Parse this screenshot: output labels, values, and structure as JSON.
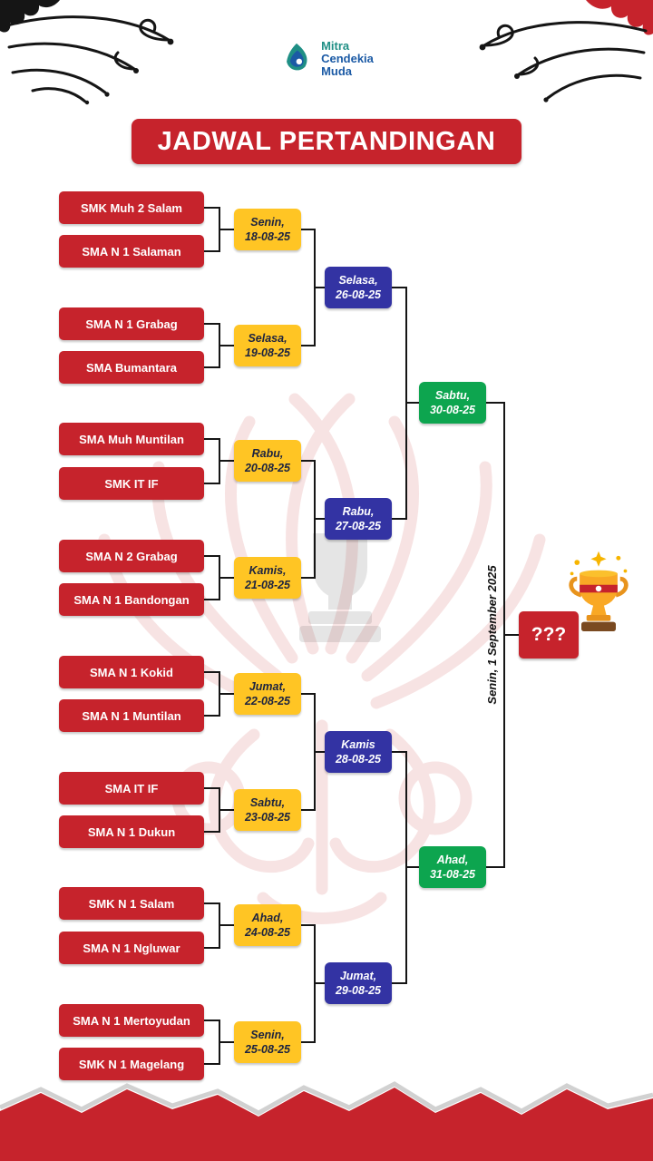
{
  "title": "JADWAL PERTANDINGAN",
  "logo": {
    "line1": "Mitra",
    "line2": "Cendekia",
    "line3": "Muda"
  },
  "rounds": {
    "round1": [
      {
        "team_top": "SMK Muh 2 Salam",
        "team_bottom": "SMA N 1 Salaman",
        "day": "Senin,",
        "date": "18-08-25"
      },
      {
        "team_top": "SMA N 1 Grabag",
        "team_bottom": "SMA Bumantara",
        "day": "Selasa,",
        "date": "19-08-25"
      },
      {
        "team_top": "SMA Muh Muntilan",
        "team_bottom": "SMK IT IF",
        "day": "Rabu,",
        "date": "20-08-25"
      },
      {
        "team_top": "SMA N 2 Grabag",
        "team_bottom": "SMA N 1 Bandongan",
        "day": "Kamis,",
        "date": "21-08-25"
      },
      {
        "team_top": "SMA N 1 Kokid",
        "team_bottom": "SMA N 1 Muntilan",
        "day": "Jumat,",
        "date": "22-08-25"
      },
      {
        "team_top": "SMA IT IF",
        "team_bottom": "SMA N 1 Dukun",
        "day": "Sabtu,",
        "date": "23-08-25"
      },
      {
        "team_top": "SMK N 1 Salam",
        "team_bottom": "SMA N 1 Ngluwar",
        "day": "Ahad,",
        "date": "24-08-25"
      },
      {
        "team_top": "SMA N 1 Mertoyudan",
        "team_bottom": "SMK N 1 Magelang",
        "day": "Senin,",
        "date": "25-08-25"
      }
    ],
    "round2": [
      {
        "day": "Selasa,",
        "date": "26-08-25"
      },
      {
        "day": "Rabu,",
        "date": "27-08-25"
      },
      {
        "day": "Kamis",
        "date": "28-08-25"
      },
      {
        "day": "Jumat,",
        "date": "29-08-25"
      }
    ],
    "round3": [
      {
        "day": "Sabtu,",
        "date": "30-08-25"
      },
      {
        "day": "Ahad,",
        "date": "31-08-25"
      }
    ],
    "final": {
      "schedule_label": "Senin, 1 September 2025",
      "winner_placeholder": "???"
    }
  },
  "colors": {
    "red": "#C6232C",
    "yellow": "#FFC524",
    "blue": "#3333A3",
    "green": "#0DA54F",
    "line": "#151515"
  }
}
